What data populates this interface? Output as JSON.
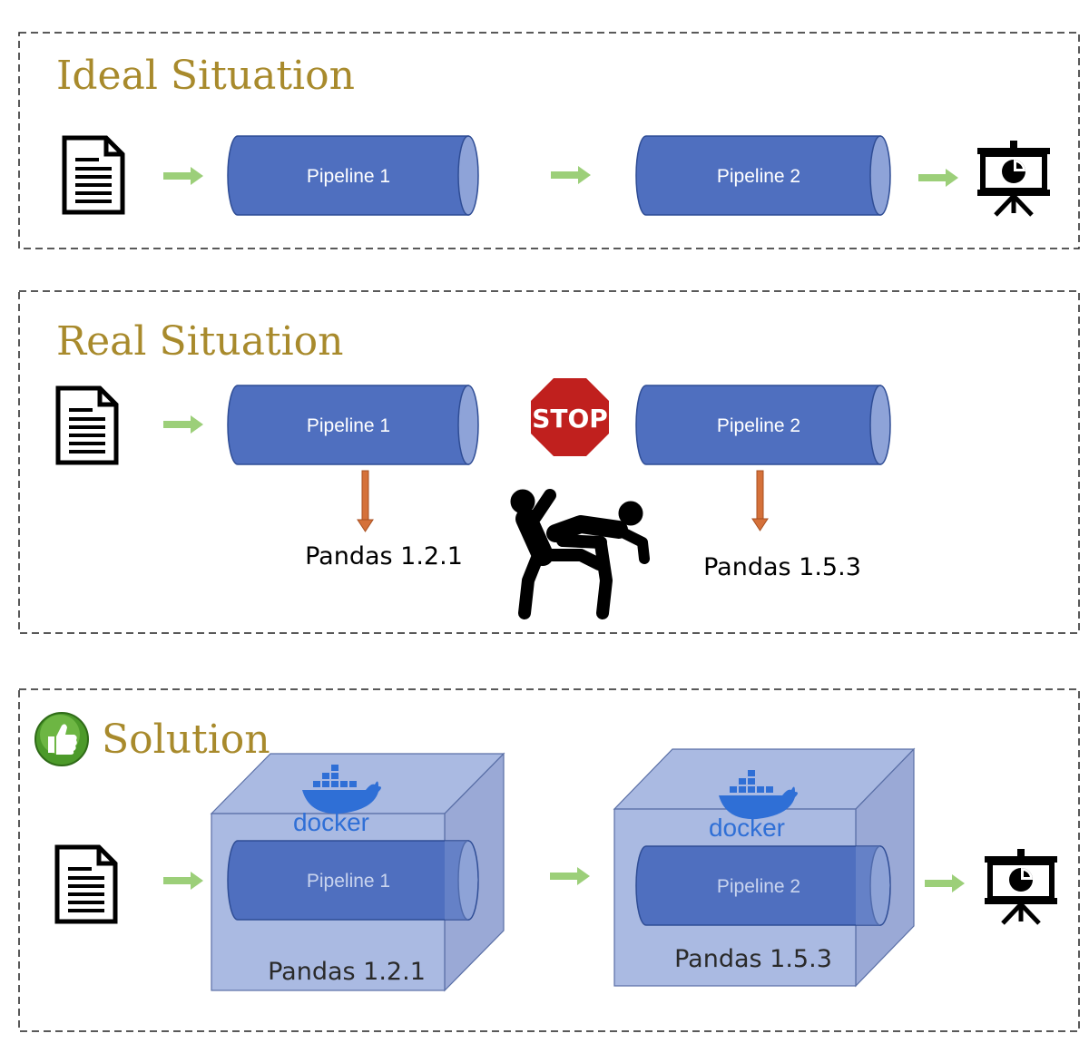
{
  "sections": {
    "ideal": {
      "title": "Ideal Situation",
      "pipeline1": "Pipeline 1",
      "pipeline2": "Pipeline 2"
    },
    "real": {
      "title": "Real Situation",
      "pipeline1": "Pipeline 1",
      "pipeline2": "Pipeline 2",
      "stop": "STOP",
      "pandas1": "Pandas 1.2.1",
      "pandas2": "Pandas 1.5.3"
    },
    "solution": {
      "title": "Solution",
      "pipeline1": "Pipeline 1",
      "pipeline2": "Pipeline 2",
      "pandas1": "Pandas 1.2.1",
      "pandas2": "Pandas 1.5.3",
      "docker1": "docker",
      "docker2": "docker"
    }
  },
  "colors": {
    "title": "#a88a2c",
    "pipe_fill": "#4f6fbf",
    "pipe_end": "#8ea3d8",
    "arrow_green": "#9ccf79",
    "arrow_orange": "#d5713a",
    "stop_red": "#c0201e",
    "docker_blue": "#2f6fd6",
    "box_fill": "#8ea3d8"
  },
  "icons": [
    "document-icon",
    "presentation-chart-icon",
    "thumbs-up-icon",
    "stop-sign-icon",
    "kick-fight-icon",
    "docker-whale-icon"
  ]
}
